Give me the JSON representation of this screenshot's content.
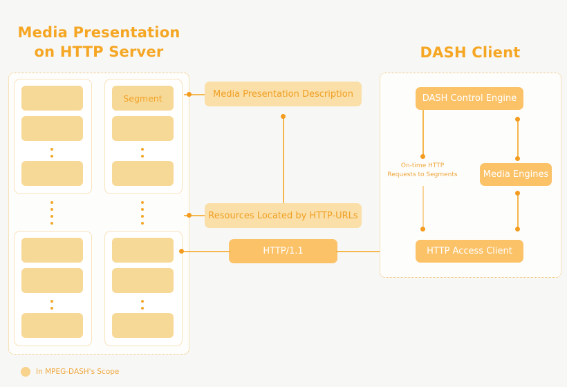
{
  "diagram": {
    "background_color": "#f7f7f6",
    "accent_color": "#F5A623",
    "segment_fill": "#F7D997",
    "solid_fill": "#FBC268",
    "light_box_fill": "#FBDFA8",
    "connector_color": "#F5B64B"
  },
  "titles": {
    "server": "Media Presentation\non HTTP Server",
    "client": "DASH Client"
  },
  "server_panel": {
    "segment_label": "Segment",
    "groups": [
      {
        "blocks": [
          "Segment",
          "",
          ""
        ]
      },
      {
        "blocks": [
          "",
          "",
          ""
        ]
      }
    ]
  },
  "middle_boxes": {
    "mpd": "Media Presentation Description",
    "resources": "Resources Located by HTTP-URLs",
    "http": "HTTP/1.1"
  },
  "client_panel": {
    "control_engine": "DASH Control Engine",
    "media_engines": "Media Engines",
    "http_access_client": "HTTP Access Client",
    "note": "On-time HTTP\nRequests to Segments"
  },
  "legend": {
    "label": "In MPEG-DASH's Scope",
    "swatch_color": "#F7D38B"
  }
}
